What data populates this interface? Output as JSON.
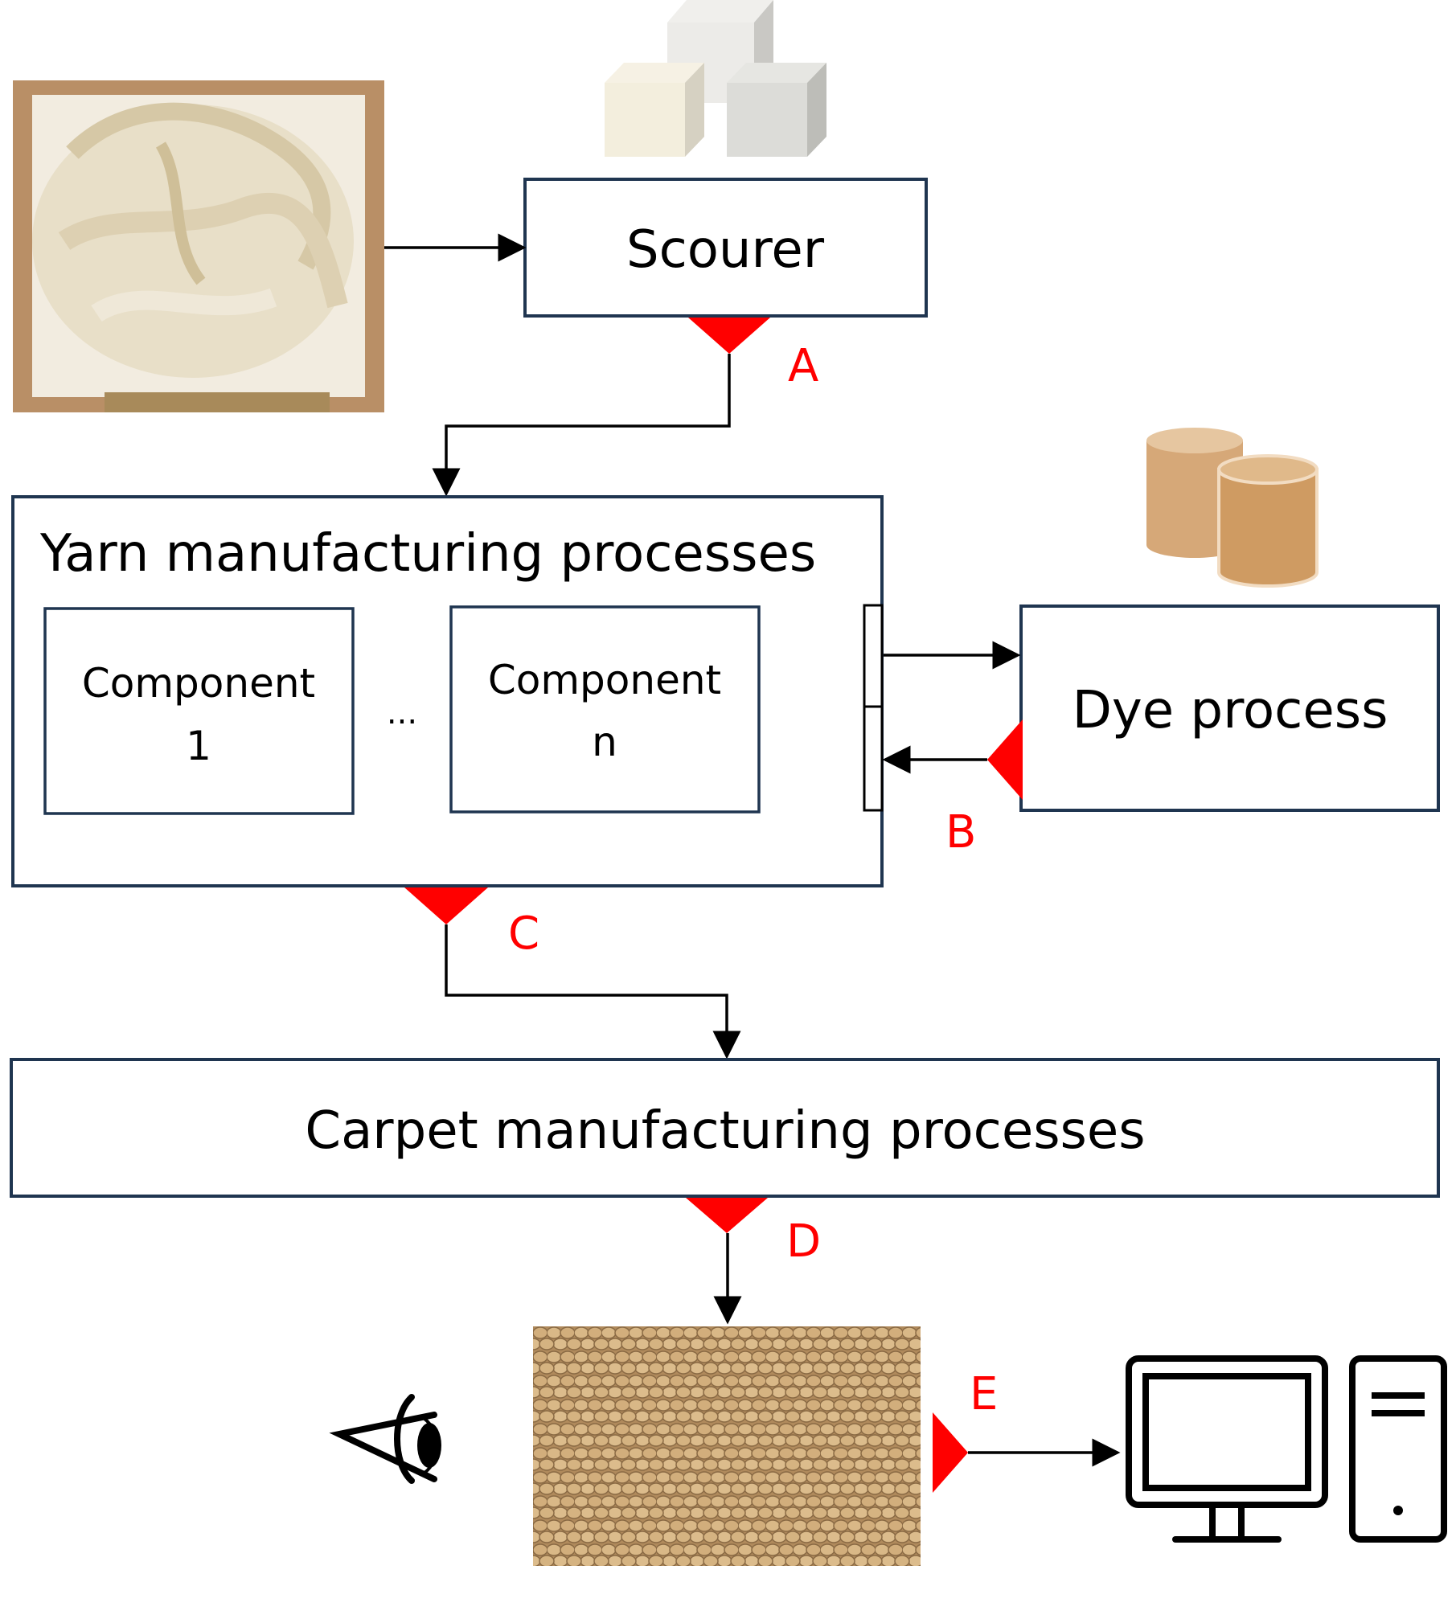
{
  "nodes": {
    "scourer": "Scourer",
    "yarn": "Yarn manufacturing processes",
    "component_1_line1": "Component",
    "component_1_line2": "1",
    "ellipsis": "...",
    "component_n_line1": "Component",
    "component_n_line2": "n",
    "dye": "Dye process",
    "carpet": "Carpet manufacturing processes"
  },
  "measurement_points": {
    "a": "A",
    "b": "B",
    "c": "C",
    "d": "D",
    "e": "E"
  },
  "colors": {
    "box_border": "#1f3550",
    "probe": "#ff0000",
    "wool": "#e8dfc8",
    "wood_frame": "#b98f66",
    "carpet": "#c8a070",
    "dye_drums": "#d1a070",
    "blocks": "#e6e6e2"
  },
  "icons": [
    "raw-wool-image",
    "chemical-blocks-icon",
    "dye-drums-icon",
    "carpet-sample-image",
    "eye-icon",
    "computer-icon"
  ]
}
